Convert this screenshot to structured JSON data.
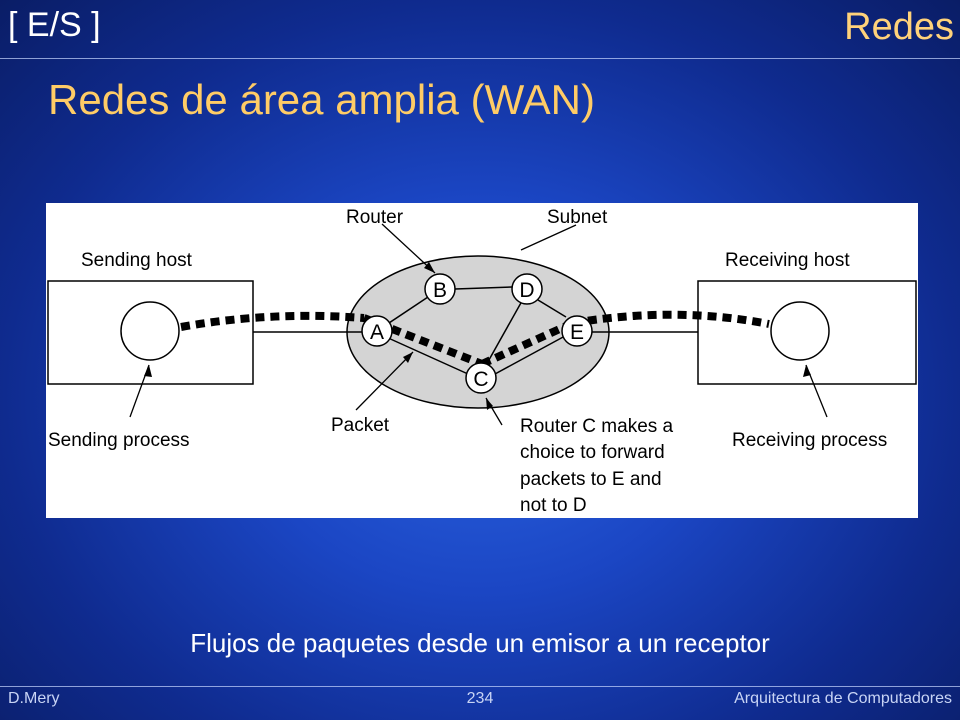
{
  "header": {
    "section_tag": "[ E/S ]",
    "section_title": "Redes"
  },
  "slide": {
    "title": "Redes de área amplia (WAN)",
    "caption": "Flujos de paquetes desde un emisor a un receptor"
  },
  "diagram": {
    "labels": {
      "router": "Router",
      "subnet": "Subnet",
      "sending_host": "Sending host",
      "receiving_host": "Receiving host",
      "sending_process": "Sending process",
      "receiving_process": "Receiving process",
      "packet": "Packet",
      "router_c_note": [
        "Router C makes a",
        "choice to forward",
        "packets to E and",
        "not to D"
      ]
    },
    "nodes": {
      "A": "A",
      "B": "B",
      "C": "C",
      "D": "D",
      "E": "E"
    }
  },
  "footer": {
    "author": "D.Mery",
    "page_number": "234",
    "course": "Arquitectura de Computadores"
  }
}
